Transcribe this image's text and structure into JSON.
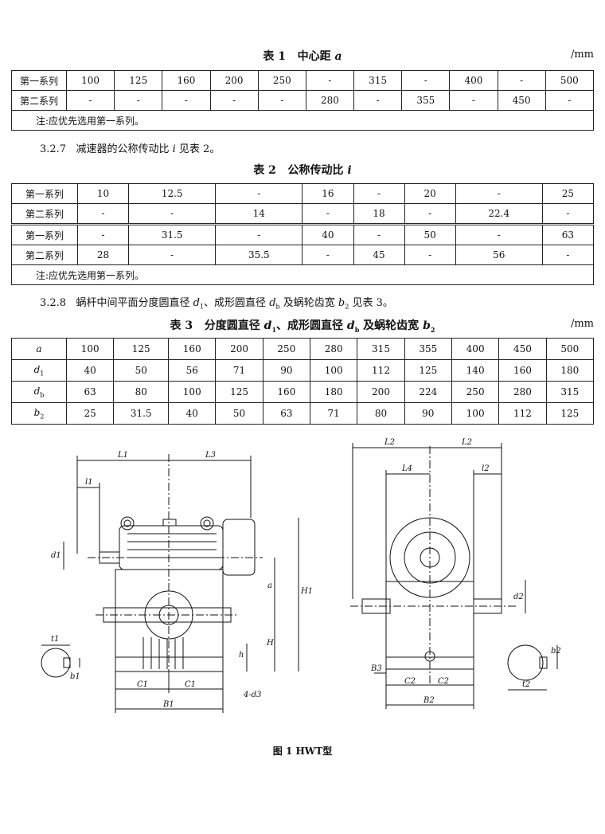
{
  "table1": {
    "number": "表 1",
    "title": "中心距",
    "title_var": "a",
    "unit": "/mm",
    "rows": [
      {
        "label": "第一系列",
        "cells": [
          "100",
          "125",
          "160",
          "200",
          "250",
          "-",
          "315",
          "-",
          "400",
          "-",
          "500"
        ]
      },
      {
        "label": "第二系列",
        "cells": [
          "-",
          "-",
          "-",
          "-",
          "-",
          "280",
          "-",
          "355",
          "-",
          "450",
          "-"
        ]
      }
    ],
    "note": "注:应优先选用第一系列。"
  },
  "para1": {
    "num": "3.2.7",
    "text_a": "减速器的公称传动比 ",
    "var": "i",
    "text_b": " 见表 2。"
  },
  "table2": {
    "number": "表 2",
    "title": "公称传动比",
    "title_var": "i",
    "rows": [
      {
        "label": "第一系列",
        "cells": [
          "10",
          "12.5",
          "-",
          "16",
          "-",
          "20",
          "-",
          "25"
        ]
      },
      {
        "label": "第二系列",
        "cells": [
          "-",
          "-",
          "14",
          "-",
          "18",
          "-",
          "22.4",
          "-"
        ]
      },
      {
        "label": "第一系列",
        "cells": [
          "-",
          "31.5",
          "-",
          "40",
          "-",
          "50",
          "-",
          "63"
        ]
      },
      {
        "label": "第二系列",
        "cells": [
          "28",
          "-",
          "35.5",
          "-",
          "45",
          "-",
          "56",
          "-"
        ]
      }
    ],
    "note": "注:应优先选用第一系列。"
  },
  "para2": {
    "num": "3.2.8",
    "t1": "蜗杆中间平面分度圆直径 ",
    "v1": "d",
    "s1": "1",
    "t2": "、成形圆直径 ",
    "v2": "d",
    "s2": "b",
    "t3": " 及蜗轮齿宽 ",
    "v3": "b",
    "s3": "2",
    "t4": " 见表 3。"
  },
  "table3": {
    "number": "表 3",
    "t1": "分度圆直径 ",
    "v1": "d",
    "s1": "1",
    "t2": "、成形圆直径 ",
    "v2": "d",
    "s2": "b",
    "t3": " 及蜗轮齿宽 ",
    "v3": "b",
    "s3": "2",
    "unit": "/mm",
    "rows": [
      {
        "var": "a",
        "sub": "",
        "cells": [
          "100",
          "125",
          "160",
          "200",
          "250",
          "280",
          "315",
          "355",
          "400",
          "450",
          "500"
        ]
      },
      {
        "var": "d",
        "sub": "1",
        "cells": [
          "40",
          "50",
          "56",
          "71",
          "90",
          "100",
          "112",
          "125",
          "140",
          "160",
          "180"
        ]
      },
      {
        "var": "d",
        "sub": "b",
        "cells": [
          "63",
          "80",
          "100",
          "125",
          "160",
          "180",
          "200",
          "224",
          "250",
          "280",
          "315"
        ]
      },
      {
        "var": "b",
        "sub": "2",
        "cells": [
          "25",
          "31.5",
          "40",
          "50",
          "63",
          "71",
          "80",
          "90",
          "100",
          "112",
          "125"
        ]
      }
    ]
  },
  "figure": {
    "caption": "图 1  HWT型",
    "labels": {
      "L1": "L1",
      "L3": "L3",
      "l1": "l1",
      "d1": "d1",
      "a": "a",
      "H1": "H1",
      "H": "H",
      "h": "h",
      "t1": "t1",
      "b1": "b1",
      "C1": "C1",
      "B1": "B1",
      "d3": "4-d3",
      "L2": "L2",
      "L4": "L4",
      "l2": "l2",
      "d2": "d2",
      "B3": "B3",
      "C2": "C2",
      "B2": "B2",
      "b2": "b2",
      "t2": "t2"
    }
  }
}
